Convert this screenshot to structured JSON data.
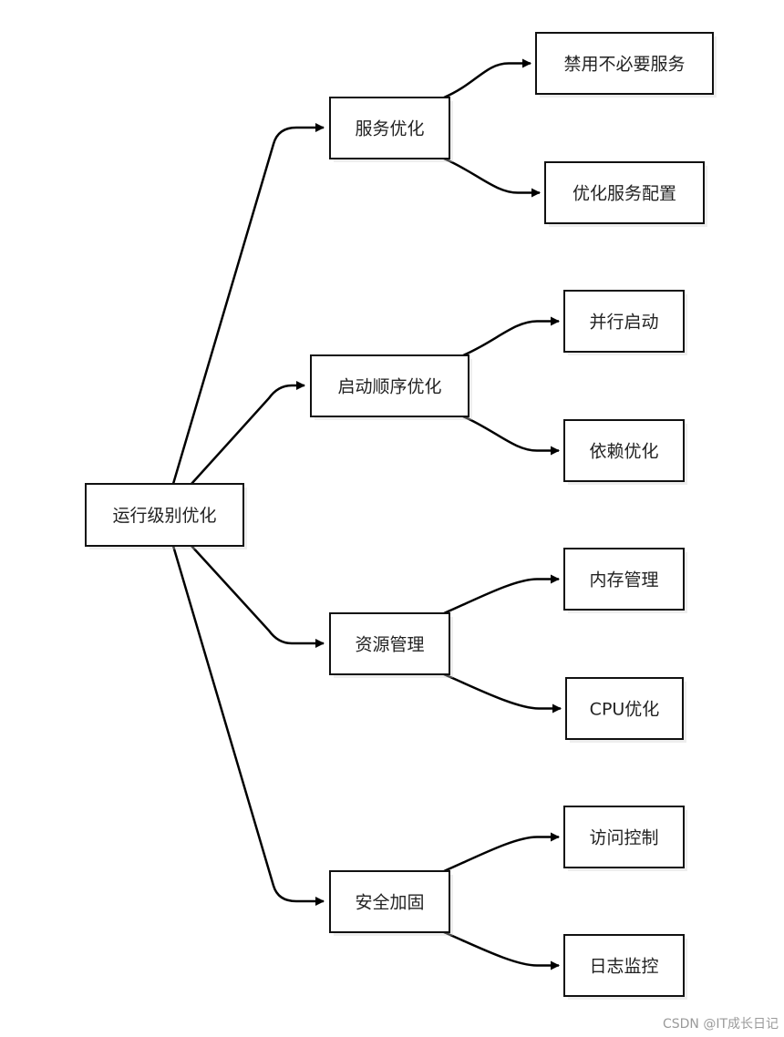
{
  "diagram": {
    "root": {
      "id": "root",
      "label": "运行级别优化"
    },
    "groups": [
      {
        "id": "g1",
        "label": "服务优化",
        "children": [
          {
            "id": "g1c1",
            "label": "禁用不必要服务"
          },
          {
            "id": "g1c2",
            "label": "优化服务配置"
          }
        ]
      },
      {
        "id": "g2",
        "label": "启动顺序优化",
        "children": [
          {
            "id": "g2c1",
            "label": "并行启动"
          },
          {
            "id": "g2c2",
            "label": "依赖优化"
          }
        ]
      },
      {
        "id": "g3",
        "label": "资源管理",
        "children": [
          {
            "id": "g3c1",
            "label": "内存管理"
          },
          {
            "id": "g3c2",
            "label": "CPU优化"
          }
        ]
      },
      {
        "id": "g4",
        "label": "安全加固",
        "children": [
          {
            "id": "g4c1",
            "label": "访问控制"
          },
          {
            "id": "g4c2",
            "label": "日志监控"
          }
        ]
      }
    ]
  },
  "watermark": "CSDN @IT成长日记"
}
